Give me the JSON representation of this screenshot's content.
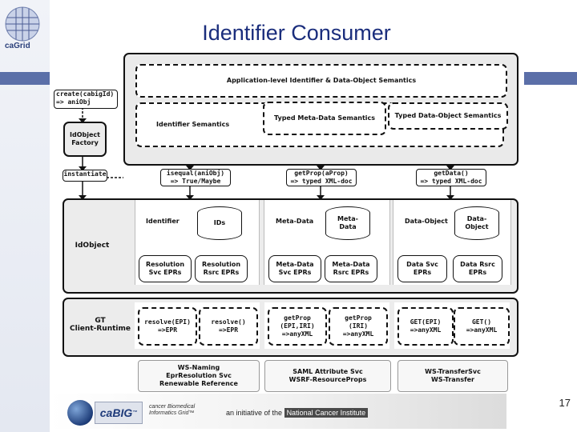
{
  "slide": {
    "title": "Identifier Consumer",
    "number": "17"
  },
  "logo": {
    "text": "caGrid"
  },
  "colors": {
    "title": "#1a2d7c",
    "accent": "#5b6fa8"
  },
  "left_column": {
    "create": "create(cabigId)\n=> aniObj",
    "factory": "IdObject\nFactory",
    "instantiate": "instantiate"
  },
  "semantics": {
    "app_level": "Application-level Identifier & Data-Object Semantics",
    "identifier": "Identifier Semantics",
    "typed_meta": "Typed Meta-Data Semantics",
    "typed_data": "Typed Data-Object Semantics"
  },
  "calls": {
    "isequal": "isequal(aniObj)\n=> True/Maybe",
    "getprop": "getProp(aProp)\n=> typed XML-doc",
    "getdata": "getData()\n=> typed XML-doc"
  },
  "idobject": {
    "label": "IdObject",
    "identifier": {
      "title": "Identifier",
      "store": "IDs",
      "left": "Resolution\nSvc EPRs",
      "right": "Resolution\nRsrc EPRs"
    },
    "metadata": {
      "title": "Meta-Data",
      "store": "Meta-\nData",
      "left": "Meta-Data\nSvc EPRs",
      "right": "Meta-Data\nRsrc EPRs"
    },
    "dataobject": {
      "title": "Data-Object",
      "store": "Data-\nObject",
      "left": "Data Svc\nEPRs",
      "right": "Data Rsrc\nEPRs"
    }
  },
  "runtime": {
    "label": "GT\nClient-Runtime",
    "ops": [
      "resolve(EPI)\n=>EPR",
      "resolve()\n=>EPR",
      "getProp\n(EPI,IRI)\n=>anyXML",
      "getProp\n(IRI)\n=>anyXML",
      "GET(EPI)\n=>anyXML",
      "GET()\n=>anyXML"
    ]
  },
  "services": [
    "WS-Naming\nEprResolution Svc\nRenewable Reference",
    "SAML Attribute Svc\nWSRF-ResourceProps",
    "WS-TransferSvc\nWS-Transfer"
  ],
  "footer": {
    "brand": "caBIG",
    "tm": "™",
    "subtitle": "cancer Biomedical\nInformatics Grid™",
    "tagline": "an initiative of the",
    "institute": "National Cancer Institute"
  }
}
